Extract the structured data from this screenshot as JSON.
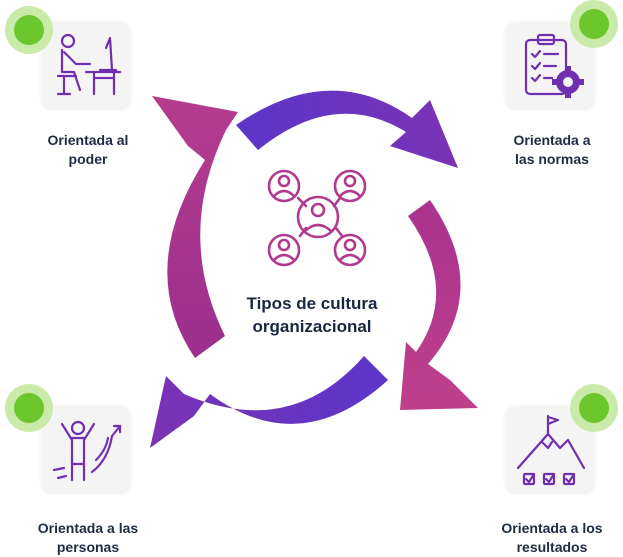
{
  "title_line1": "Tipos de cultura",
  "title_line2": "organizacional",
  "colors": {
    "purple": "#6a34c4",
    "magenta": "#b13a8f",
    "icon_stroke": "#6f2fb0",
    "center_icon": "#b13a8f",
    "dot": "#6cc62d",
    "dot_halo": "#c9eaa9"
  },
  "items": [
    {
      "line1": "Orientada al",
      "line2": "poder",
      "icon": "person-at-desk-icon"
    },
    {
      "line1": "Orientada a",
      "line2": "las normas",
      "icon": "clipboard-gear-icon"
    },
    {
      "line1": "Orientada a las",
      "line2": "personas",
      "icon": "person-celebrating-icon"
    },
    {
      "line1": "Orientada a los",
      "line2": "resultados",
      "icon": "mountain-goal-icon"
    }
  ]
}
